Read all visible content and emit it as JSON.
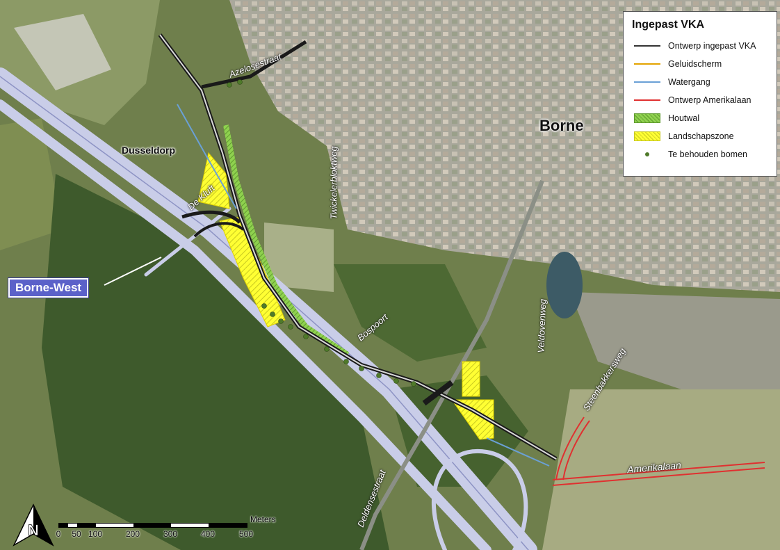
{
  "legend": {
    "title": "Ingepast VKA",
    "items": [
      {
        "label": "Ontwerp ingepast VKA",
        "symbol": "line",
        "color": "#333333"
      },
      {
        "label": "Geluidscherm",
        "symbol": "line",
        "color": "#e3a300"
      },
      {
        "label": "Watergang",
        "symbol": "line",
        "color": "#6aa0d6"
      },
      {
        "label": "Ontwerp Amerikalaan",
        "symbol": "line",
        "color": "#e03030"
      },
      {
        "label": "Houtwal",
        "symbol": "hatch",
        "color": "#8fd14f"
      },
      {
        "label": "Landschapszone",
        "symbol": "hatch",
        "color": "#ffff33"
      },
      {
        "label": "Te behouden bomen",
        "symbol": "dot",
        "color": "#4f7a2a"
      }
    ]
  },
  "labels": {
    "town": "Borne",
    "village": "Dusseldorp",
    "interchange": "Borne-West",
    "streets": {
      "azelosestraat": "Azelosestraat",
      "de_kluft": "De Kluft",
      "twickelerbloktweg": "Twickelerbloktweg",
      "bospoort": "Bospoort",
      "veldovenweg": "Veldovenweg",
      "steenbakkersweg": "Steenbakkersweg",
      "deldensestraat": "Deldensestraat",
      "amerikalaan": "Amerikalaan"
    }
  },
  "scale": {
    "unit": "Meters",
    "ticks": [
      "0",
      "50",
      "100",
      "200",
      "300",
      "400",
      "500"
    ]
  },
  "colors": {
    "terrain": "#6f7f4c",
    "urban": "#b9b3a6",
    "forest": "#3e5a2c",
    "motorway": "#c9cde8",
    "design_line": "#1a1a1a",
    "houtwal": "#8fd14f",
    "landschapszone": "#ffff33",
    "amerikalaan": "#e03030",
    "callout": "#5b61c9"
  }
}
